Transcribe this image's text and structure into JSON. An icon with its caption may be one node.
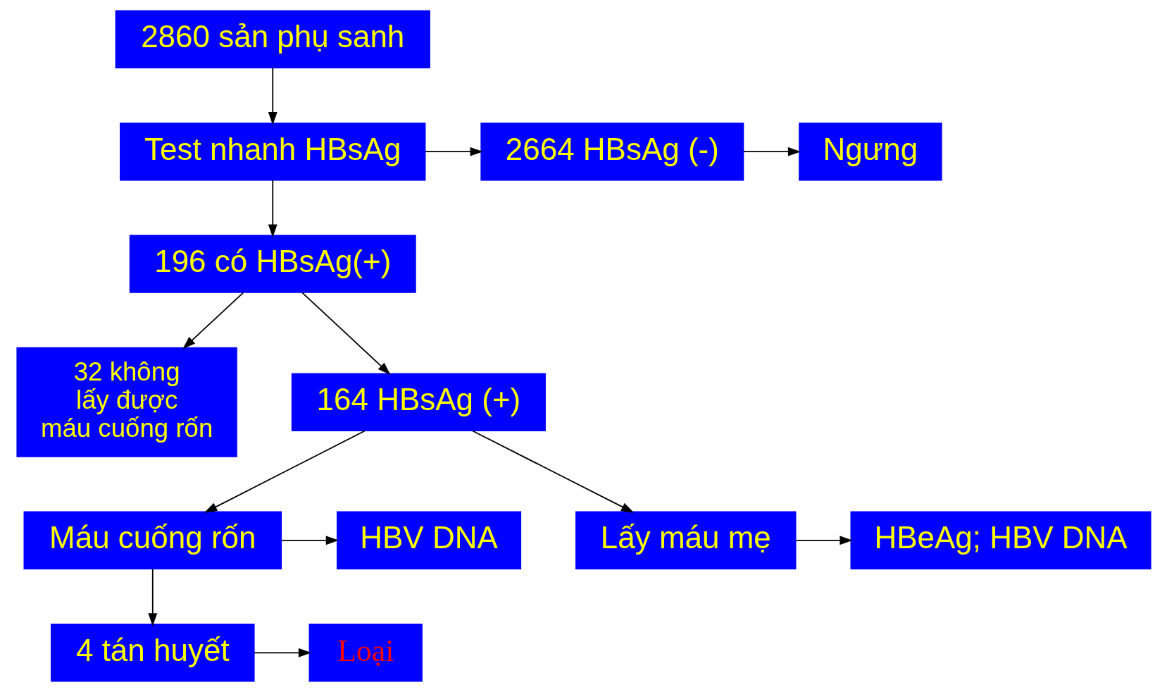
{
  "diagram": {
    "nodes": [
      {
        "text": [
          "2860 sản phụ sanh"
        ]
      },
      {
        "text": [
          "Test nhanh HBsAg"
        ]
      },
      {
        "text": [
          "2664 HBsAg (-)"
        ]
      },
      {
        "text": [
          "Ngưng"
        ]
      },
      {
        "text": [
          "196 có HBsAg(+)"
        ]
      },
      {
        "text": [
          "32 không lấy được máu cuống rốn"
        ]
      },
      {
        "text": [
          "164 HBsAg (+)"
        ]
      },
      {
        "text": [
          "4 tán huyết"
        ]
      },
      {
        "text": [
          "Loại"
        ]
      },
      {
        "text": [
          "Máu cuống rốn"
        ]
      },
      {
        "text": [
          "HBV DNA"
        ]
      },
      {
        "text": [
          "Lấy máu mẹ"
        ]
      },
      {
        "text": [
          "HBeAg; HBV DNA"
        ]
      }
    ],
    "edges": [
      {
        "from": 0,
        "to": 1,
        "arrow": "to"
      },
      {
        "from": 1,
        "to": 2,
        "arrow": "to"
      },
      {
        "from": 2,
        "to": 3,
        "arrow": "to"
      },
      {
        "from": 1,
        "to": 4,
        "arrow": "to"
      },
      {
        "from": 4,
        "to": 5,
        "arrow": "to"
      },
      {
        "from": 4,
        "to": 6,
        "arrow": "to"
      },
      {
        "from": 6,
        "to": 9,
        "arrow": "to"
      },
      {
        "from": 6,
        "to": 11,
        "arrow": "to"
      },
      {
        "from": 9,
        "to": 7,
        "arrow": "to"
      },
      {
        "from": 7,
        "to": 8,
        "arrow": "to"
      },
      {
        "from": 9,
        "to": 10,
        "arrow": "to"
      },
      {
        "from": 11,
        "to": 12,
        "arrow": "to"
      }
    ]
  }
}
